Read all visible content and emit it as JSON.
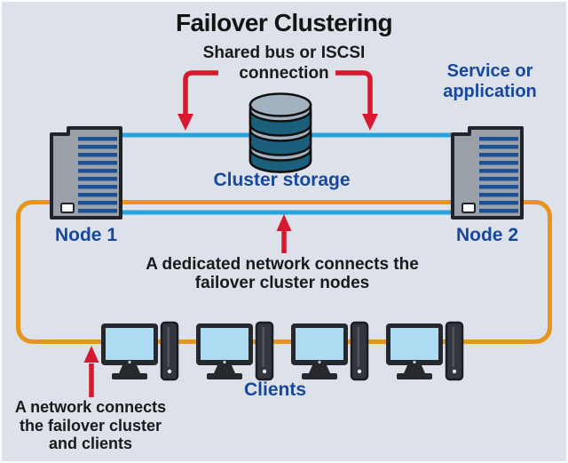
{
  "title": "Failover Clustering",
  "annotations": {
    "shared_bus": "Shared bus or ISCSI\nconnection",
    "service": "Service or\napplication",
    "dedicated_network": "A dedicated network connects the\nfailover cluster nodes",
    "client_network": "A network connects\nthe failover cluster\nand clients"
  },
  "nodes": {
    "node1": "Node 1",
    "node2": "Node 2"
  },
  "storage_label": "Cluster storage",
  "clients_label": "Clients",
  "colors": {
    "background": "#dde1e9",
    "cluster_bus_line": "#29a3dc",
    "client_network_line": "#e8951d",
    "arrow_red": "#d6192e",
    "label_blue": "#17489b",
    "storage_teal": "#1a607c",
    "server_gray": "#9aa0a8",
    "server_stripe_blue": "#1c4f93",
    "client_screen_blue": "#aedcf2"
  }
}
